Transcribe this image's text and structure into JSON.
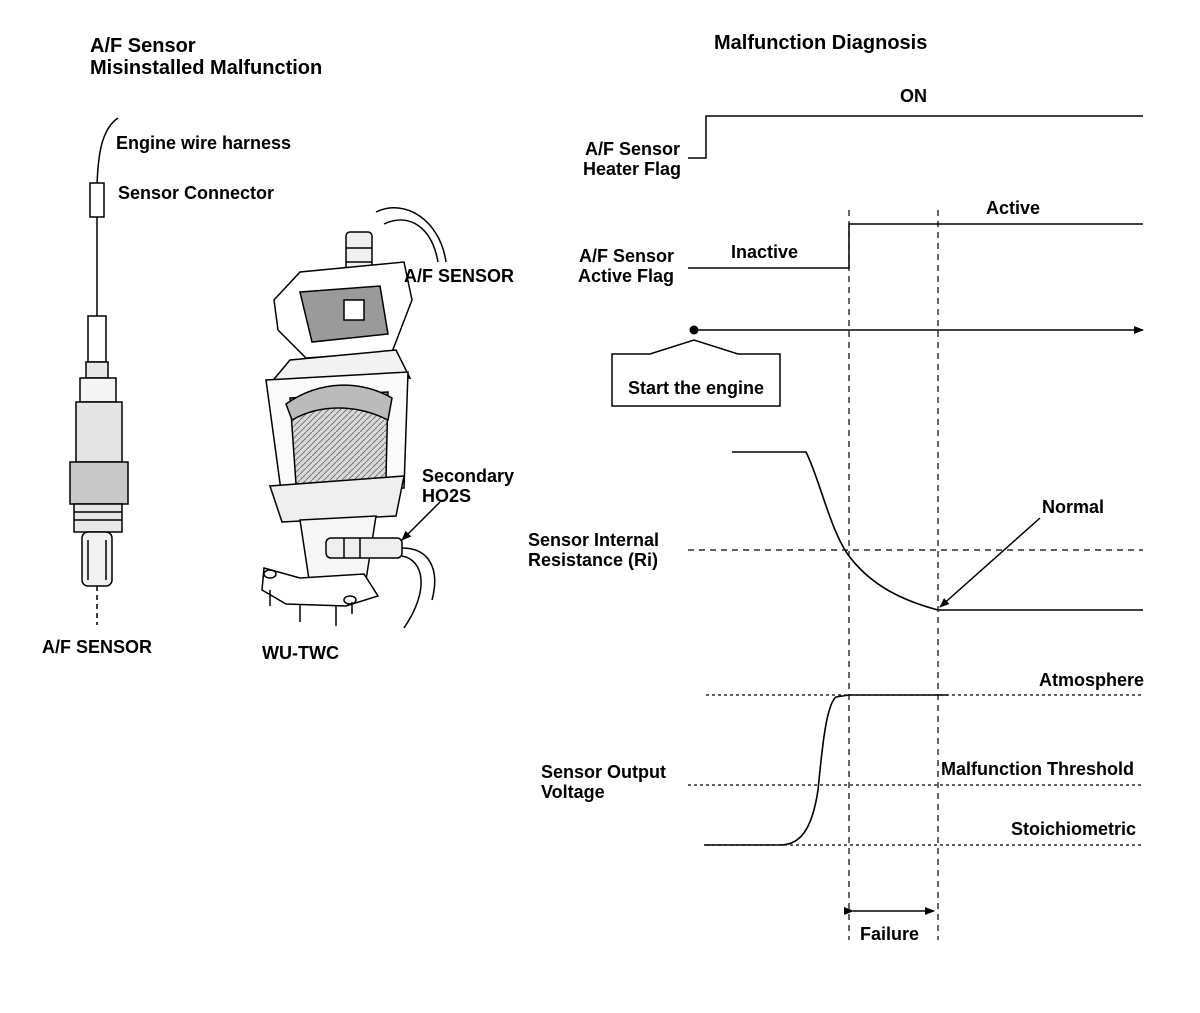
{
  "left_panel": {
    "title_line1": "A/F Sensor",
    "title_line2": "Misinstalled Malfunction",
    "labels": {
      "engine_wire_harness": "Engine wire harness",
      "sensor_connector": "Sensor Connector",
      "af_sensor_bottom": "A/F SENSOR",
      "af_sensor_top": "A/F SENSOR",
      "secondary_ho2s_line1": "Secondary",
      "secondary_ho2s_line2": "HO2S",
      "wu_twc": "WU-TWC"
    }
  },
  "right_panel": {
    "title": "Malfunction Diagnosis",
    "heater_flag": {
      "label_line1": "A/F Sensor",
      "label_line2": "Heater Flag",
      "state_on": "ON"
    },
    "active_flag": {
      "label_line1": "A/F Sensor",
      "label_line2": "Active Flag",
      "state_inactive": "Inactive",
      "state_active": "Active"
    },
    "start_engine": "Start the engine",
    "resistance": {
      "label_line1": "Sensor Internal",
      "label_line2": "Resistance (Ri)",
      "normal": "Normal"
    },
    "voltage": {
      "label_line1": "Sensor Output",
      "label_line2": "Voltage",
      "atmosphere": "Atmosphere",
      "malfunction_threshold": "Malfunction Threshold",
      "stoichiometric": "Stoichiometric"
    },
    "failure": "Failure"
  }
}
